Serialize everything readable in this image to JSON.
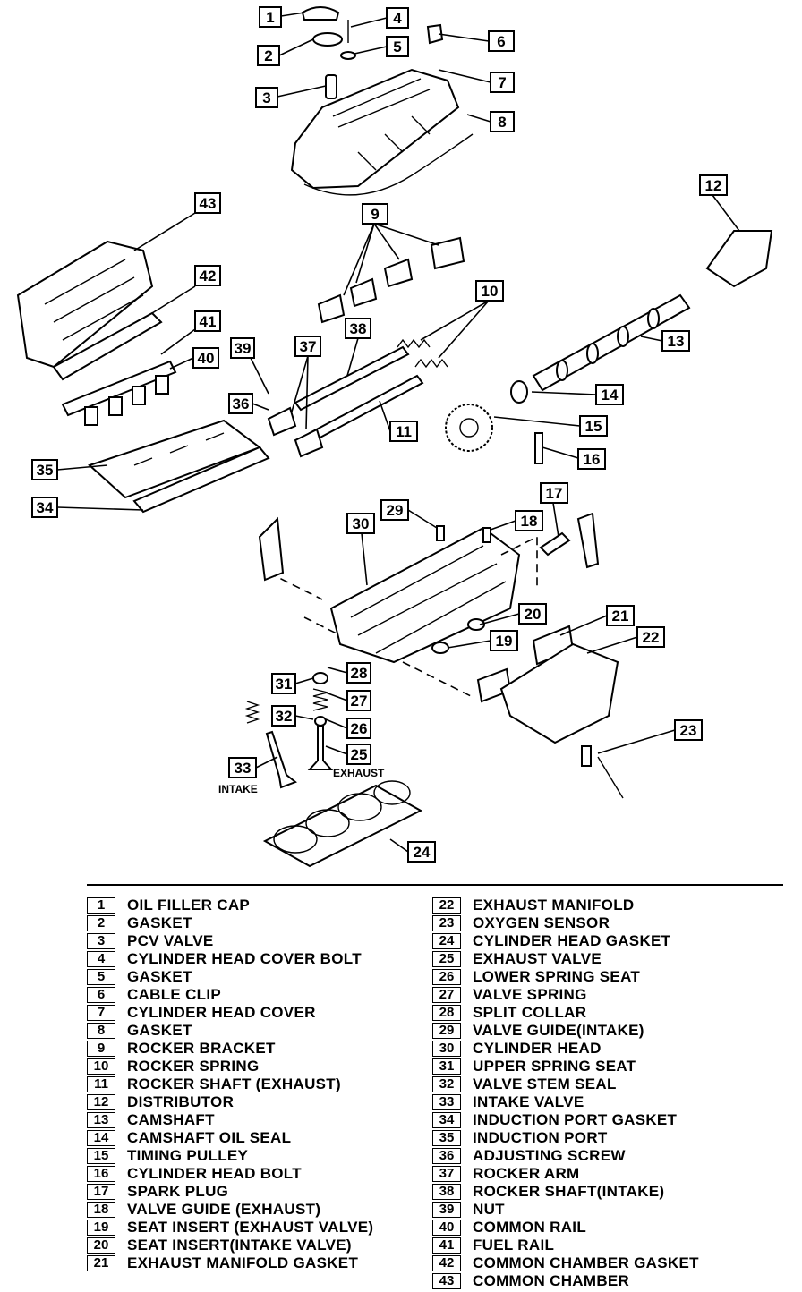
{
  "diagram": {
    "callouts": [
      "1",
      "2",
      "3",
      "4",
      "5",
      "6",
      "7",
      "8",
      "9",
      "10",
      "11",
      "12",
      "13",
      "14",
      "15",
      "16",
      "17",
      "18",
      "19",
      "20",
      "21",
      "22",
      "23",
      "24",
      "25",
      "26",
      "27",
      "28",
      "29",
      "30",
      "31",
      "32",
      "33",
      "34",
      "35",
      "36",
      "37",
      "38",
      "39",
      "40",
      "41",
      "42",
      "43"
    ],
    "text_labels": {
      "intake": "INTAKE",
      "exhaust": "EXHAUST"
    }
  },
  "legend": {
    "left": [
      {
        "num": "1",
        "label": "OIL FILLER CAP"
      },
      {
        "num": "2",
        "label": "GASKET"
      },
      {
        "num": "3",
        "label": "PCV VALVE"
      },
      {
        "num": "4",
        "label": "CYLINDER HEAD COVER BOLT"
      },
      {
        "num": "5",
        "label": "GASKET"
      },
      {
        "num": "6",
        "label": "CABLE CLIP"
      },
      {
        "num": "7",
        "label": "CYLINDER HEAD COVER"
      },
      {
        "num": "8",
        "label": "GASKET"
      },
      {
        "num": "9",
        "label": "ROCKER BRACKET"
      },
      {
        "num": "10",
        "label": "ROCKER SPRING"
      },
      {
        "num": "11",
        "label": "ROCKER SHAFT (EXHAUST)"
      },
      {
        "num": "12",
        "label": "DISTRIBUTOR"
      },
      {
        "num": "13",
        "label": "CAMSHAFT"
      },
      {
        "num": "14",
        "label": "CAMSHAFT OIL SEAL"
      },
      {
        "num": "15",
        "label": "TIMING PULLEY"
      },
      {
        "num": "16",
        "label": "CYLINDER HEAD BOLT"
      },
      {
        "num": "17",
        "label": "SPARK PLUG"
      },
      {
        "num": "18",
        "label": "VALVE GUIDE (EXHAUST)"
      },
      {
        "num": "19",
        "label": "SEAT INSERT (EXHAUST VALVE)"
      },
      {
        "num": "20",
        "label": "SEAT INSERT(INTAKE VALVE)"
      },
      {
        "num": "21",
        "label": "EXHAUST MANIFOLD GASKET"
      }
    ],
    "right": [
      {
        "num": "22",
        "label": "EXHAUST MANIFOLD"
      },
      {
        "num": "23",
        "label": "OXYGEN SENSOR"
      },
      {
        "num": "24",
        "label": "CYLINDER HEAD GASKET"
      },
      {
        "num": "25",
        "label": "EXHAUST VALVE"
      },
      {
        "num": "26",
        "label": "LOWER SPRING SEAT"
      },
      {
        "num": "27",
        "label": "VALVE SPRING"
      },
      {
        "num": "28",
        "label": "SPLIT COLLAR"
      },
      {
        "num": "29",
        "label": "VALVE GUIDE(INTAKE)"
      },
      {
        "num": "30",
        "label": "CYLINDER HEAD"
      },
      {
        "num": "31",
        "label": "UPPER SPRING SEAT"
      },
      {
        "num": "32",
        "label": "VALVE STEM SEAL"
      },
      {
        "num": "33",
        "label": "INTAKE VALVE"
      },
      {
        "num": "34",
        "label": "INDUCTION PORT GASKET"
      },
      {
        "num": "35",
        "label": "INDUCTION PORT"
      },
      {
        "num": "36",
        "label": "ADJUSTING SCREW"
      },
      {
        "num": "37",
        "label": "ROCKER ARM"
      },
      {
        "num": "38",
        "label": "ROCKER SHAFT(INTAKE)"
      },
      {
        "num": "39",
        "label": "NUT"
      },
      {
        "num": "40",
        "label": "COMMON RAIL"
      },
      {
        "num": "41",
        "label": "FUEL RAIL"
      },
      {
        "num": "42",
        "label": "COMMON CHAMBER GASKET"
      },
      {
        "num": "43",
        "label": "COMMON CHAMBER"
      }
    ]
  }
}
